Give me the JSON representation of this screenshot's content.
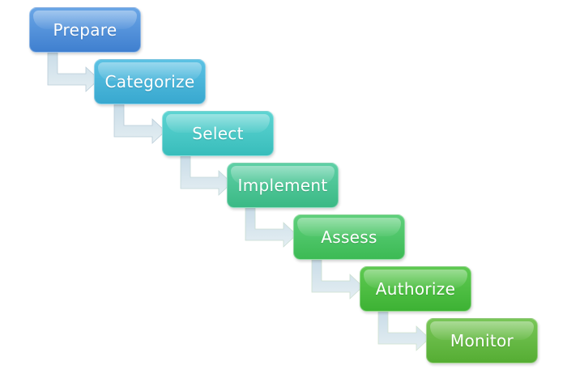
{
  "steps": [
    {
      "label": "Prepare"
    },
    {
      "label": "Categorize"
    },
    {
      "label": "Select"
    },
    {
      "label": "Implement"
    },
    {
      "label": "Assess"
    },
    {
      "label": "Authorize"
    },
    {
      "label": "Monitor"
    }
  ],
  "colors": {
    "prepare": "#4f8fdc",
    "categorize": "#44b4d9",
    "select": "#49c9c6",
    "implement": "#4cc495",
    "assess": "#4cc566",
    "authorize": "#4cbe40",
    "monitor": "#64b944",
    "connector_fill": "#d4e4ec"
  }
}
